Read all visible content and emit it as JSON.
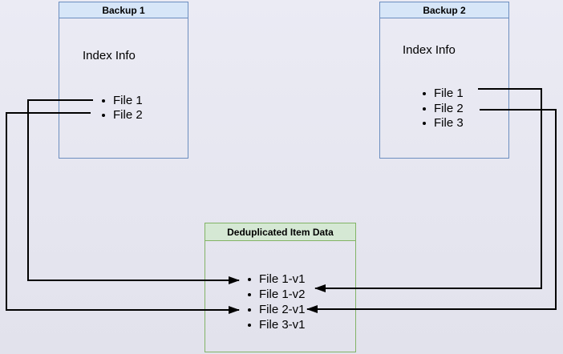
{
  "diagram": {
    "backup1": {
      "title": "Backup 1",
      "index_label": "Index Info",
      "files": [
        "File 1",
        "File 2"
      ]
    },
    "backup2": {
      "title": "Backup 2",
      "index_label": "Index Info",
      "files": [
        "File 1",
        "File 2",
        "File 3"
      ]
    },
    "dedup_store": {
      "title": "Deduplicated Item Data",
      "items": [
        "File 1-v1",
        "File 1-v2",
        "File 2-v1",
        "File 3-v1"
      ]
    },
    "connections": [
      {
        "from": "Backup 1 / File 1",
        "to": "File 1-v1"
      },
      {
        "from": "Backup 1 / File 2",
        "to": "File 2-v1"
      },
      {
        "from": "Backup 2 / File 1",
        "to": "File 1-v2"
      },
      {
        "from": "Backup 2 / File 2",
        "to": "File 2-v1"
      }
    ],
    "colors": {
      "page_background": "#e8e8f1",
      "backup_header_fill": "#d7e6f8",
      "backup_border": "#6c8ebf",
      "dedup_header_fill": "#d5e8d4",
      "dedup_border": "#82b366",
      "connector": "#000000"
    }
  }
}
